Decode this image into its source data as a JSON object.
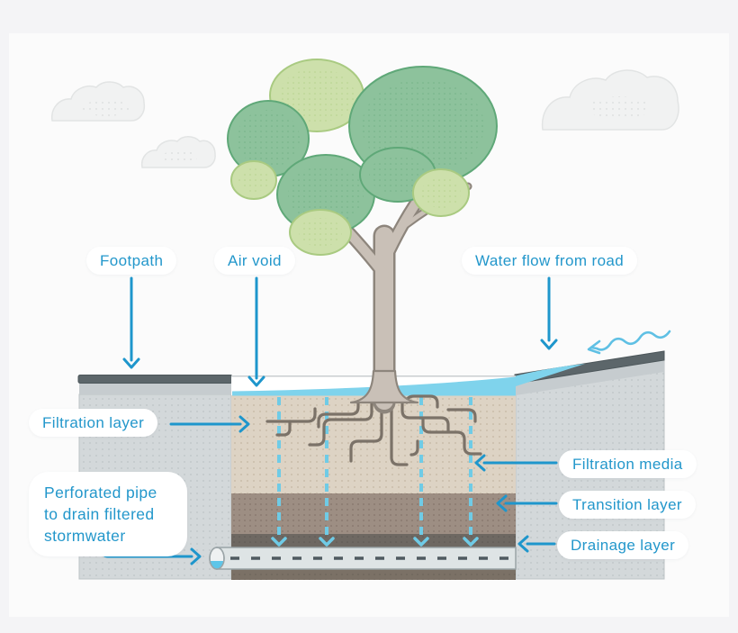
{
  "diagram": {
    "labels": {
      "footpath": "Footpath",
      "air_void": "Air void",
      "water_flow_from_road": "Water flow from road",
      "filtration_layer": "Filtration layer",
      "perforated_pipe": "Perforated pipe to drain filtered stormwater",
      "filtration_media": "Filtration media",
      "transition_layer": "Transition layer",
      "drainage_layer": "Drainage layer"
    },
    "colors": {
      "label_text_blue": "#2397cb",
      "arrow_blue": "#1e96cc",
      "water_blue": "#7fd3ec",
      "dashed_flow_blue": "#6fcbe6",
      "filtration_soil_beige": "#ddd3c4",
      "transition_brown": "#9d8e83",
      "drainage_dark": "#6e6862",
      "subdrain_brown": "#7b7166",
      "pavement_gray": "#d3d8da",
      "asphalt_dark": "#5c666a",
      "kerb_light_gray": "#c6cccf",
      "canopy_green": "#8dc29c",
      "canopy_light_green": "#cde0ab",
      "trunk_taupe": "#c9c0b7",
      "root_brown": "#7b7268",
      "pipe_gray": "#dee4e5",
      "cloud_gray": "#f1f2f2",
      "panel_bg": "#fbfbfb",
      "page_bg": "#f4f4f6"
    }
  }
}
